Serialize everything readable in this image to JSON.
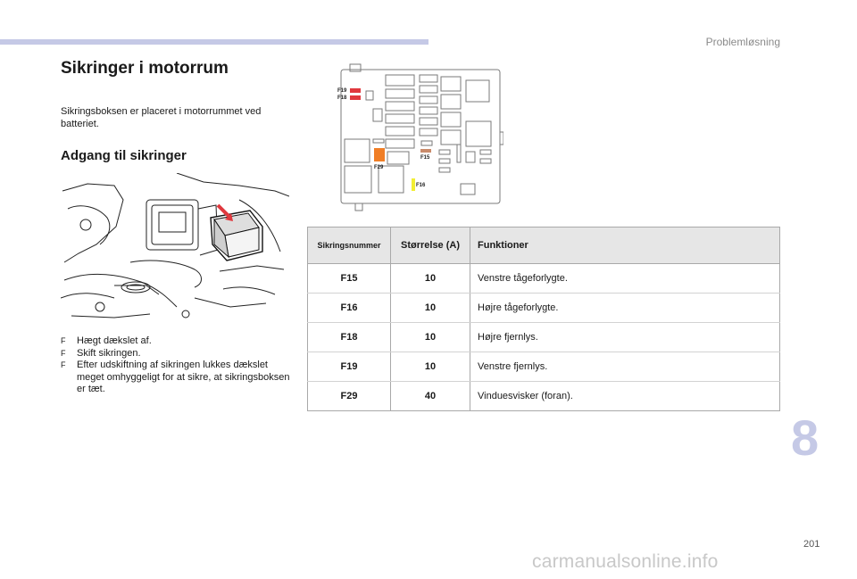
{
  "header": {
    "section": "Problemløsning"
  },
  "title": "Sikringer i motorrum",
  "intro": "Sikringsboksen er placeret i motorrummet ved batteriet.",
  "subheading": "Adgang til sikringer",
  "steps": [
    {
      "bullet": "F",
      "text": "Hægt dækslet af."
    },
    {
      "bullet": "F",
      "text": "Skift sikringen."
    },
    {
      "bullet": "F",
      "text": "Efter udskiftning af sikringen lukkes dækslet meget omhyggeligt for at sikre, at sikringsboksen er tæt."
    }
  ],
  "diagram": {
    "labels": {
      "f19": "F19",
      "f18": "F18",
      "f15": "F15",
      "f29": "F29",
      "f16": "F16"
    },
    "colors": {
      "red": "#e0383e",
      "orange": "#f07e26",
      "tan": "#c98a6a",
      "yellow": "#f2ee34"
    }
  },
  "table": {
    "headers": {
      "id": "Sikringsnummer",
      "size": "Størrelse (A)",
      "function": "Funktioner"
    },
    "rows": [
      {
        "id": "F15",
        "size": "10",
        "function": "Venstre tågeforlygte."
      },
      {
        "id": "F16",
        "size": "10",
        "function": "Højre tågeforlygte."
      },
      {
        "id": "F18",
        "size": "10",
        "function": "Højre fjernlys."
      },
      {
        "id": "F19",
        "size": "10",
        "function": "Venstre fjernlys."
      },
      {
        "id": "F29",
        "size": "40",
        "function": "Vinduesvisker (foran)."
      }
    ]
  },
  "chapter": "8",
  "page_number": "201",
  "watermark": "carmanualsonline.info",
  "colors": {
    "accent": "#c5c9e6",
    "table_header": "#e6e6e6"
  }
}
